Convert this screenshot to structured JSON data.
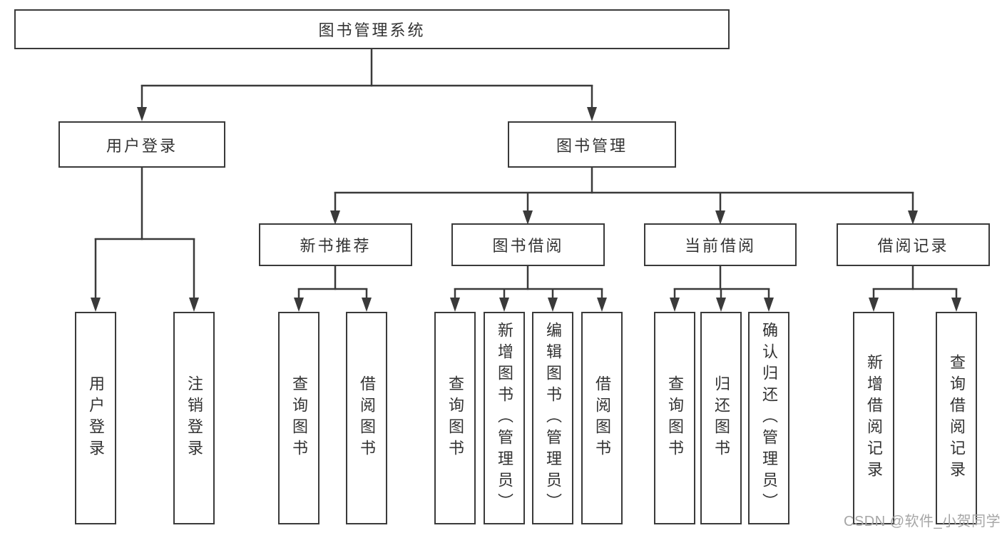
{
  "diagram": {
    "title_node": {
      "label": "图书管理系统"
    },
    "level2": [
      {
        "label": "用户登录"
      },
      {
        "label": "图书管理"
      }
    ],
    "level3": [
      {
        "label": "新书推荐",
        "parent": "图书管理"
      },
      {
        "label": "图书借阅",
        "parent": "图书管理"
      },
      {
        "label": "当前借阅",
        "parent": "图书管理"
      },
      {
        "label": "借阅记录",
        "parent": "图书管理"
      }
    ],
    "leaves": [
      {
        "label": "用户登录",
        "parent": "用户登录"
      },
      {
        "label": "注销登录",
        "parent": "用户登录"
      },
      {
        "label": "查询图书",
        "parent": "新书推荐"
      },
      {
        "label": "借阅图书",
        "parent": "新书推荐"
      },
      {
        "label": "查询图书",
        "parent": "图书借阅"
      },
      {
        "label": "新增图书（管理员）",
        "parent": "图书借阅"
      },
      {
        "label": "编辑图书（管理员）",
        "parent": "图书借阅"
      },
      {
        "label": "借阅图书",
        "parent": "图书借阅"
      },
      {
        "label": "查询图书",
        "parent": "当前借阅"
      },
      {
        "label": "归还图书",
        "parent": "当前借阅"
      },
      {
        "label": "确认归还（管理员）",
        "parent": "当前借阅"
      },
      {
        "label": "新增借阅记录",
        "parent": "借阅记录"
      },
      {
        "label": "查询借阅记录",
        "parent": "借阅记录"
      }
    ],
    "watermark": "CSDN @软件_小贺同学",
    "colors": {
      "line": "#3a3a3a",
      "box_border": "#3a3a3a",
      "text": "#333333",
      "watermark": "#a6a6a6",
      "background": "#ffffff"
    }
  }
}
